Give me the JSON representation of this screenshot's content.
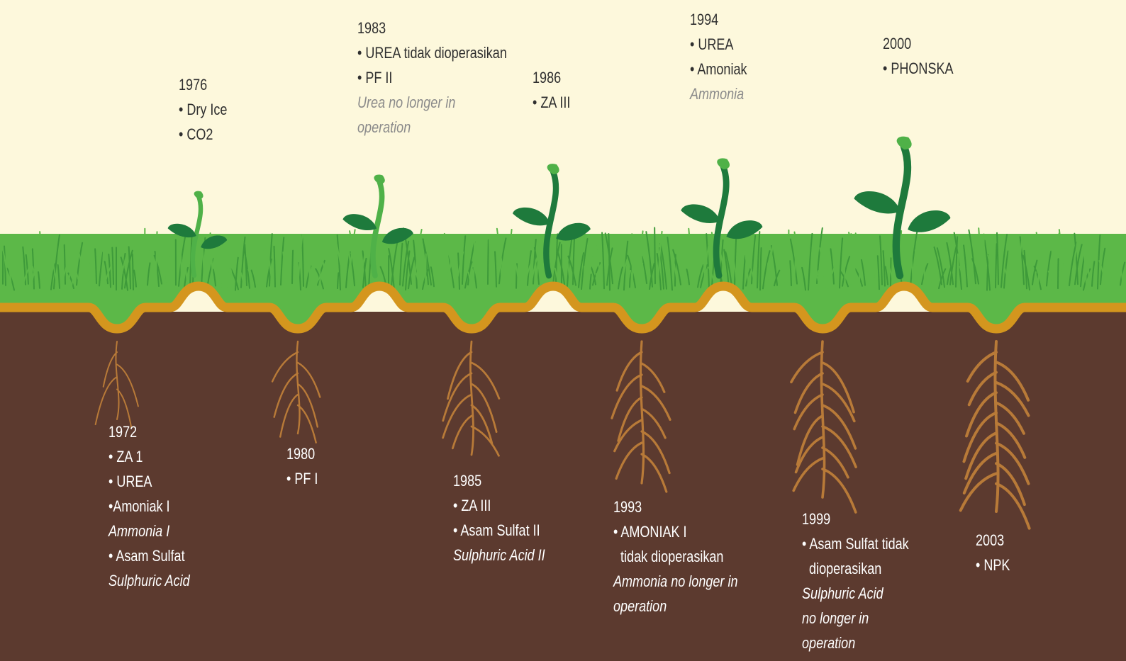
{
  "timeline": {
    "above": [
      {
        "year": "1976",
        "lines": [
          {
            "text": "• Dry Ice",
            "italic": false
          },
          {
            "text": "• CO2",
            "italic": false
          }
        ]
      },
      {
        "year": "1983",
        "lines": [
          {
            "text": "• UREA tidak dioperasikan",
            "italic": false
          },
          {
            "text": "• PF II",
            "italic": false
          },
          {
            "text": "Urea no longer in",
            "italic": true
          },
          {
            "text": "operation",
            "italic": true
          }
        ]
      },
      {
        "year": "1986",
        "lines": [
          {
            "text": "• ZA III",
            "italic": false
          }
        ]
      },
      {
        "year": "1994",
        "lines": [
          {
            "text": "• UREA",
            "italic": false
          },
          {
            "text": "• Amoniak",
            "italic": false
          },
          {
            "text": "Ammonia",
            "italic": true
          }
        ]
      },
      {
        "year": "2000",
        "lines": [
          {
            "text": "• PHONSKA",
            "italic": false
          }
        ]
      }
    ],
    "below": [
      {
        "year": "1972",
        "lines": [
          {
            "text": "• ZA 1",
            "italic": false
          },
          {
            "text": "• UREA",
            "italic": false
          },
          {
            "text": "•Amoniak I",
            "italic": false
          },
          {
            "text": "Ammonia I",
            "italic": true
          },
          {
            "text": "• Asam Sulfat",
            "italic": false
          },
          {
            "text": "Sulphuric Acid",
            "italic": true
          }
        ]
      },
      {
        "year": "1980",
        "lines": [
          {
            "text": "• PF I",
            "italic": false
          }
        ]
      },
      {
        "year": "1985",
        "lines": [
          {
            "text": "• ZA III",
            "italic": false
          },
          {
            "text": "• Asam Sulfat II",
            "italic": false
          },
          {
            "text": "Sulphuric Acid II",
            "italic": true
          }
        ]
      },
      {
        "year": "1993",
        "lines": [
          {
            "text": "• AMONIAK I",
            "italic": false
          },
          {
            "text": "  tidak dioperasikan",
            "italic": false
          },
          {
            "text": "Ammonia no longer in",
            "italic": true
          },
          {
            "text": "operation",
            "italic": true
          }
        ]
      },
      {
        "year": "1999",
        "lines": [
          {
            "text": "• Asam Sulfat tidak",
            "italic": false
          },
          {
            "text": "  dioperasikan",
            "italic": false
          },
          {
            "text": "Sulphuric Acid",
            "italic": true
          },
          {
            "text": "no longer in",
            "italic": true
          },
          {
            "text": "operation",
            "italic": true
          }
        ]
      },
      {
        "year": "2003",
        "lines": [
          {
            "text": "• NPK",
            "italic": false
          }
        ]
      }
    ]
  },
  "colors": {
    "sky": "#fdf8dc",
    "soil": "#5c3a2f",
    "grass_light": "#5cb848",
    "grass_dark": "#3e9a3a",
    "ground_line": "#d4961e",
    "leaf_light": "#4fb148",
    "leaf_dark": "#1e7a3c",
    "root": "#b87a38"
  }
}
